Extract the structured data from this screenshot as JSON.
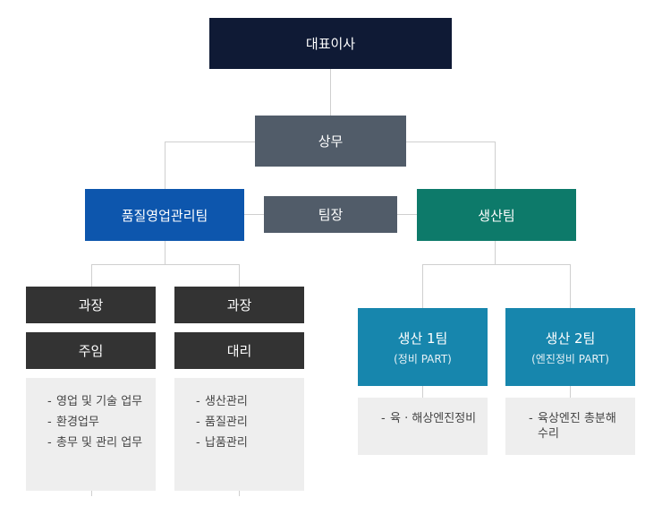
{
  "ceo": "대표이사",
  "executive": "상무",
  "team_lead": "팀장",
  "quality_team": {
    "name": "품질영업관리팀",
    "units": [
      {
        "role": "과장",
        "subrole": "주임",
        "duties": [
          "영업 및 기술 업무",
          "환경업무",
          "총무 및 관리 업무"
        ]
      },
      {
        "role": "과장",
        "subrole": "대리",
        "duties": [
          "생산관리",
          "품질관리",
          "납품관리"
        ]
      }
    ]
  },
  "production_team": {
    "name": "생산팀",
    "units": [
      {
        "name": "생산 1팀",
        "sub": "(정비 PART)",
        "duties": [
          "육 · 해상엔진정비"
        ]
      },
      {
        "name": "생산 2팀",
        "sub": "(엔진정비 PART)",
        "duties": [
          "육상엔진 총분해수리"
        ]
      }
    ]
  },
  "colors": {
    "navy": "#0f1a35",
    "slate": "#515c69",
    "blue": "#0d56ad",
    "green": "#0d7a6a",
    "dark": "#333333",
    "teal": "#1786ad",
    "panel": "#eeeeee",
    "line": "#cfcfcf"
  }
}
